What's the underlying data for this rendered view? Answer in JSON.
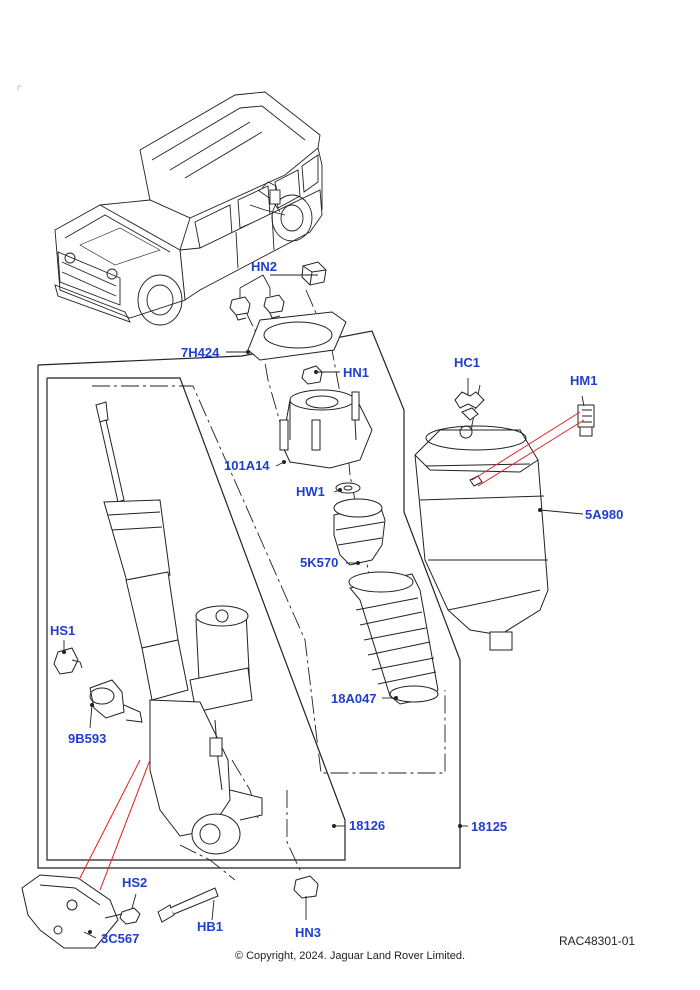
{
  "labels": {
    "HN2": "HN2",
    "7H424": "7H424",
    "HN1": "HN1",
    "HC1": "HC1",
    "HM1": "HM1",
    "101A14": "101A14",
    "HW1": "HW1",
    "5A980": "5A980",
    "5K570": "5K570",
    "HS1": "HS1",
    "18A047": "18A047",
    "9B593": "9B593",
    "18126": "18126",
    "18125": "18125",
    "HS2": "HS2",
    "HB1": "HB1",
    "HN3": "HN3",
    "3C567": "3C567"
  },
  "diagram_ref": "RAC48301-01",
  "copyright": "© Copyright, 2024. Jaguar Land Rover Limited.",
  "colors": {
    "callout": "#1f3fd1",
    "line": "#222222",
    "highlight": "#e02020"
  }
}
